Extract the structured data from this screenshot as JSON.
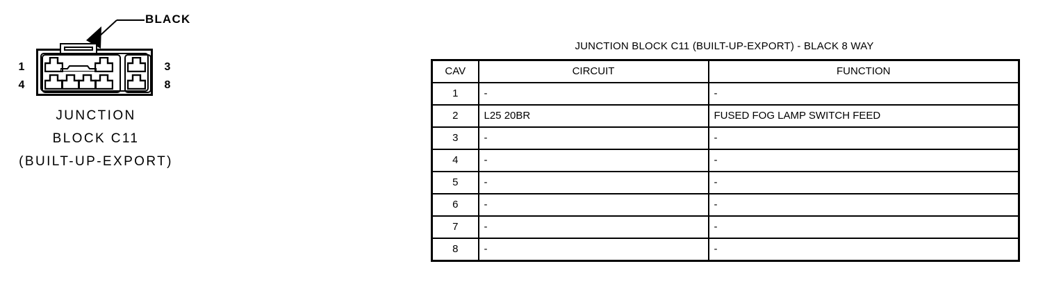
{
  "figure": {
    "color_callout": "BLACK",
    "pins_left": [
      "1",
      "4"
    ],
    "pins_right": [
      "3",
      "8"
    ],
    "caption_lines": [
      "JUNCTION",
      "BLOCK C11",
      "(BUILT-UP-EXPORT)"
    ]
  },
  "table": {
    "title": "JUNCTION BLOCK C11 (BUILT-UP-EXPORT) - BLACK 8 WAY",
    "headers": [
      "CAV",
      "CIRCUIT",
      "FUNCTION"
    ],
    "rows": [
      {
        "cav": "1",
        "circuit": "-",
        "function": "-"
      },
      {
        "cav": "2",
        "circuit": "L25 20BR",
        "function": "FUSED FOG LAMP SWITCH FEED"
      },
      {
        "cav": "3",
        "circuit": "-",
        "function": "-"
      },
      {
        "cav": "4",
        "circuit": "-",
        "function": "-"
      },
      {
        "cav": "5",
        "circuit": "-",
        "function": "-"
      },
      {
        "cav": "6",
        "circuit": "-",
        "function": "-"
      },
      {
        "cav": "7",
        "circuit": "-",
        "function": "-"
      },
      {
        "cav": "8",
        "circuit": "-",
        "function": "-"
      }
    ]
  },
  "colors": {
    "ink": "#000000",
    "paper": "#ffffff"
  }
}
